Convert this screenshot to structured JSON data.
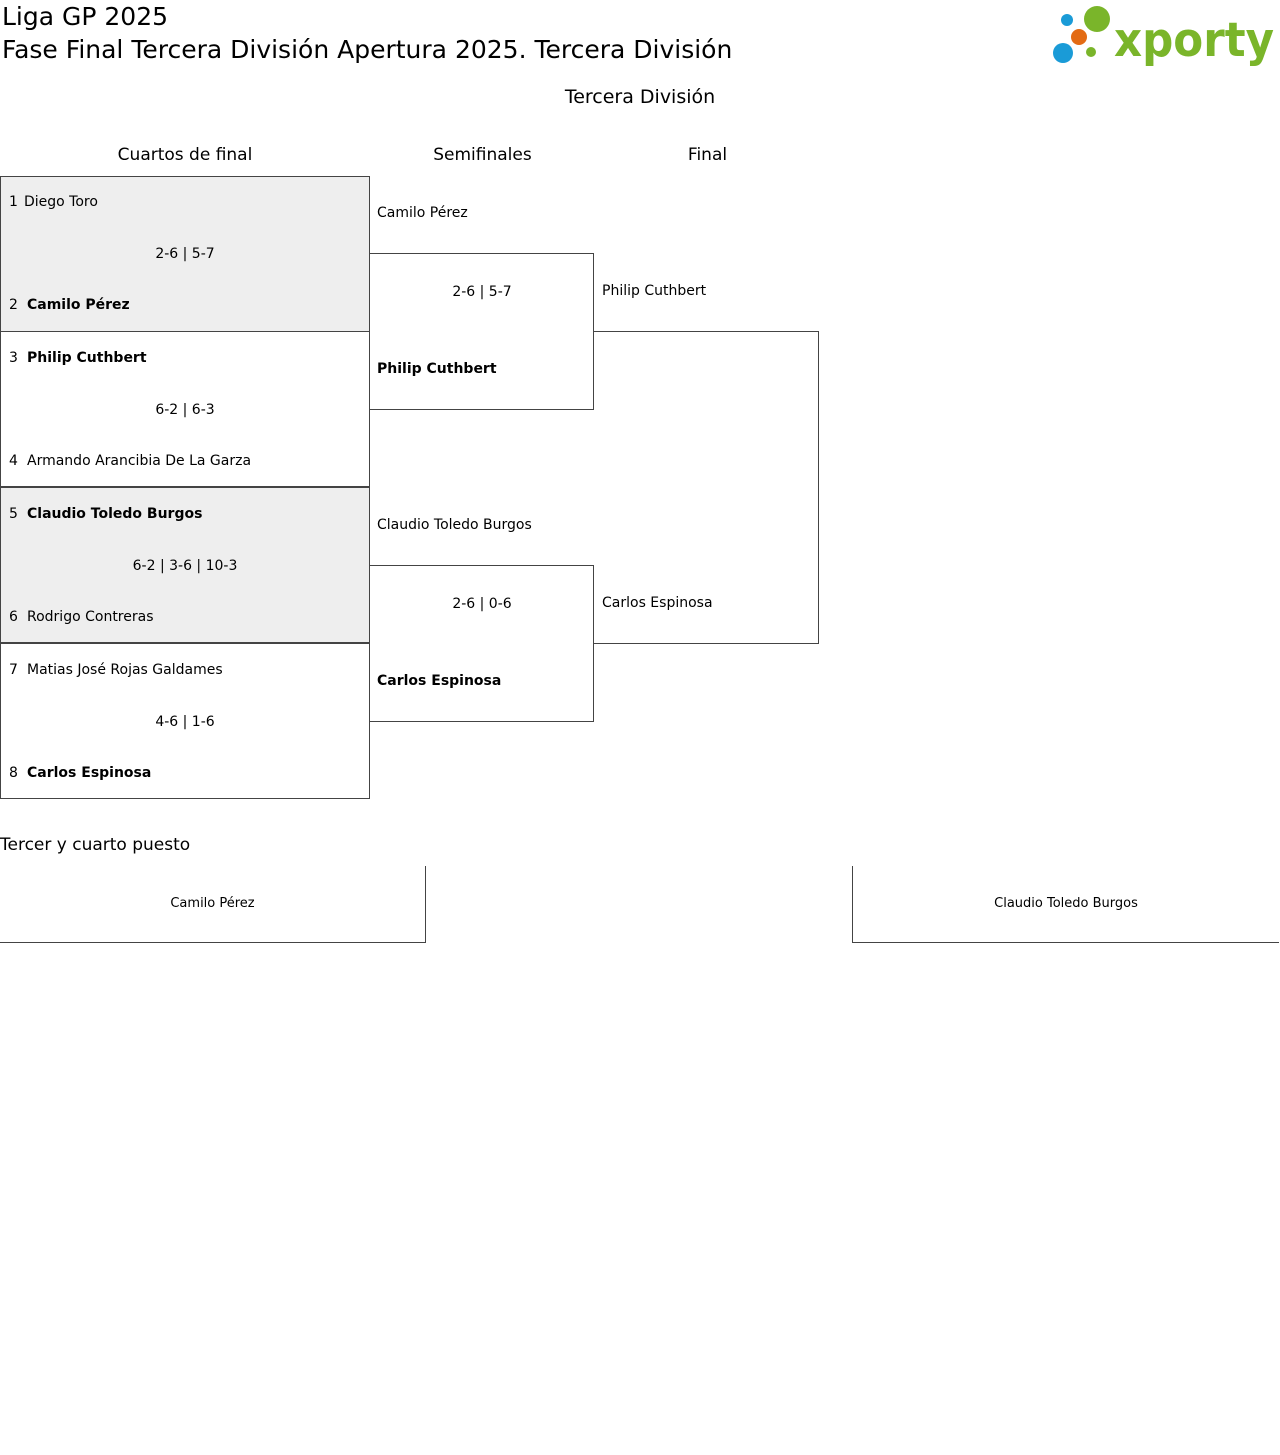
{
  "header": {
    "title": "Liga GP 2025",
    "subtitle": "Fase Final Tercera División Apertura 2025. Tercera División",
    "logo_text": "xporty"
  },
  "division": "Tercera División",
  "rounds": [
    "Cuartos de final",
    "Semifinales",
    "Final"
  ],
  "quarterfinals": [
    {
      "p1": {
        "seed": "1",
        "name": "Diego Toro",
        "winner": false
      },
      "score": "2-6 | 5-7",
      "p2": {
        "seed": "2",
        "name": "Camilo Pérez",
        "winner": true
      }
    },
    {
      "p1": {
        "seed": "3",
        "name": "Philip Cuthbert",
        "winner": true
      },
      "score": "6-2 | 6-3",
      "p2": {
        "seed": "4",
        "name": "Armando Arancibia De La Garza",
        "winner": false
      }
    },
    {
      "p1": {
        "seed": "5",
        "name": "Claudio Toledo Burgos",
        "winner": true
      },
      "score": "6-2 | 3-6 | 10-3",
      "p2": {
        "seed": "6",
        "name": "Rodrigo Contreras",
        "winner": false
      }
    },
    {
      "p1": {
        "seed": "7",
        "name": "Matias José Rojas Galdames",
        "winner": false
      },
      "score": "4-6 | 1-6",
      "p2": {
        "seed": "8",
        "name": "Carlos Espinosa",
        "winner": true
      }
    }
  ],
  "semifinals": [
    {
      "p1": "Camilo Pérez",
      "score": "2-6 | 5-7",
      "p2": "Philip Cuthbert"
    },
    {
      "p1": "Claudio Toledo Burgos",
      "score": "2-6 | 0-6",
      "p2": "Carlos Espinosa"
    }
  ],
  "final": {
    "p1": "Philip Cuthbert",
    "p2": "Carlos Espinosa"
  },
  "third_place": {
    "heading": "Tercer y cuarto puesto",
    "p1": "Camilo Pérez",
    "p2": "Claudio Toledo Burgos"
  },
  "colors": {
    "shaded": "#eeeeee",
    "logo_green": "#7ab52a",
    "logo_blue": "#1a9bd7",
    "logo_orange": "#e36b14"
  }
}
